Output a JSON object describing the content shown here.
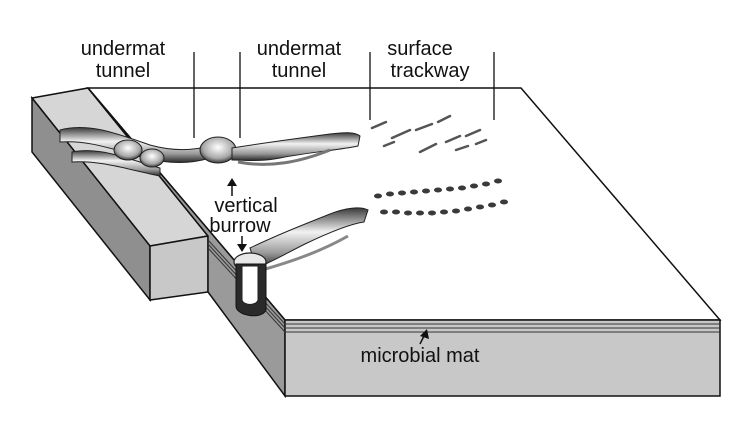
{
  "labels": {
    "undermat_tunnel_left": [
      "undermat",
      "tunnel"
    ],
    "undermat_tunnel_mid": [
      "undermat",
      "tunnel"
    ],
    "surface_trackway": [
      "surface",
      "trackway"
    ],
    "vertical_burrow": [
      "vertical",
      "burrow"
    ],
    "microbial_mat": "microbial mat"
  },
  "colors": {
    "block_top": "#ffffff",
    "front_face": "#c8c8c8",
    "side_face": "#9a9a9a",
    "step_top": "#d6d6d6",
    "outline": "#111111",
    "burrow_dark": "#2a2a2a",
    "burrow_mid": "#8c8c8c",
    "burrow_light": "#e8e8e8",
    "mat_lines": "#333333"
  }
}
